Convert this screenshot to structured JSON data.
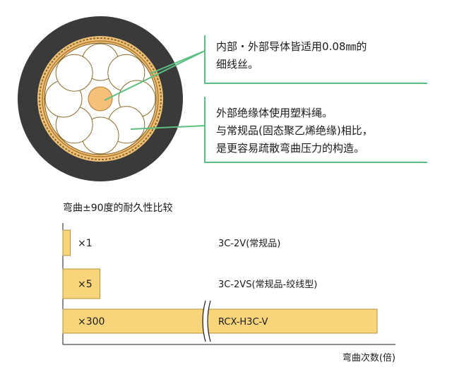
{
  "callouts": {
    "conductor": {
      "line1": "内部・外部导体皆适用0.08㎜的",
      "line2": "细线丝。"
    },
    "insulation": {
      "line1": "外部绝缘体使用塑料绳。",
      "line2": "与常规品(固态聚乙烯绝缘)相比，",
      "line3": "是更容易疏散弯曲压力的构造。"
    }
  },
  "colors": {
    "jacket": "#3a3a3a",
    "shield": "#f5c978",
    "strand_ring": "#ffffff",
    "center_conductor": "#f5c07a",
    "bar_fill": "#f8d47a",
    "bar_stroke": "#b5933f",
    "callout_line": "#5cbf82"
  },
  "chart_data": {
    "type": "bar",
    "orientation": "horizontal",
    "title": "弯曲±90度的耐久性比较",
    "xlabel": "弯曲次数(倍)",
    "axis_break": true,
    "categories": [
      "3C-2V(常规品)",
      "3C-2VS(常规品-绞线型)",
      "RCX-H3C-V"
    ],
    "values": [
      1,
      5,
      300
    ],
    "value_labels": [
      "×1",
      "×5",
      "×300"
    ]
  }
}
